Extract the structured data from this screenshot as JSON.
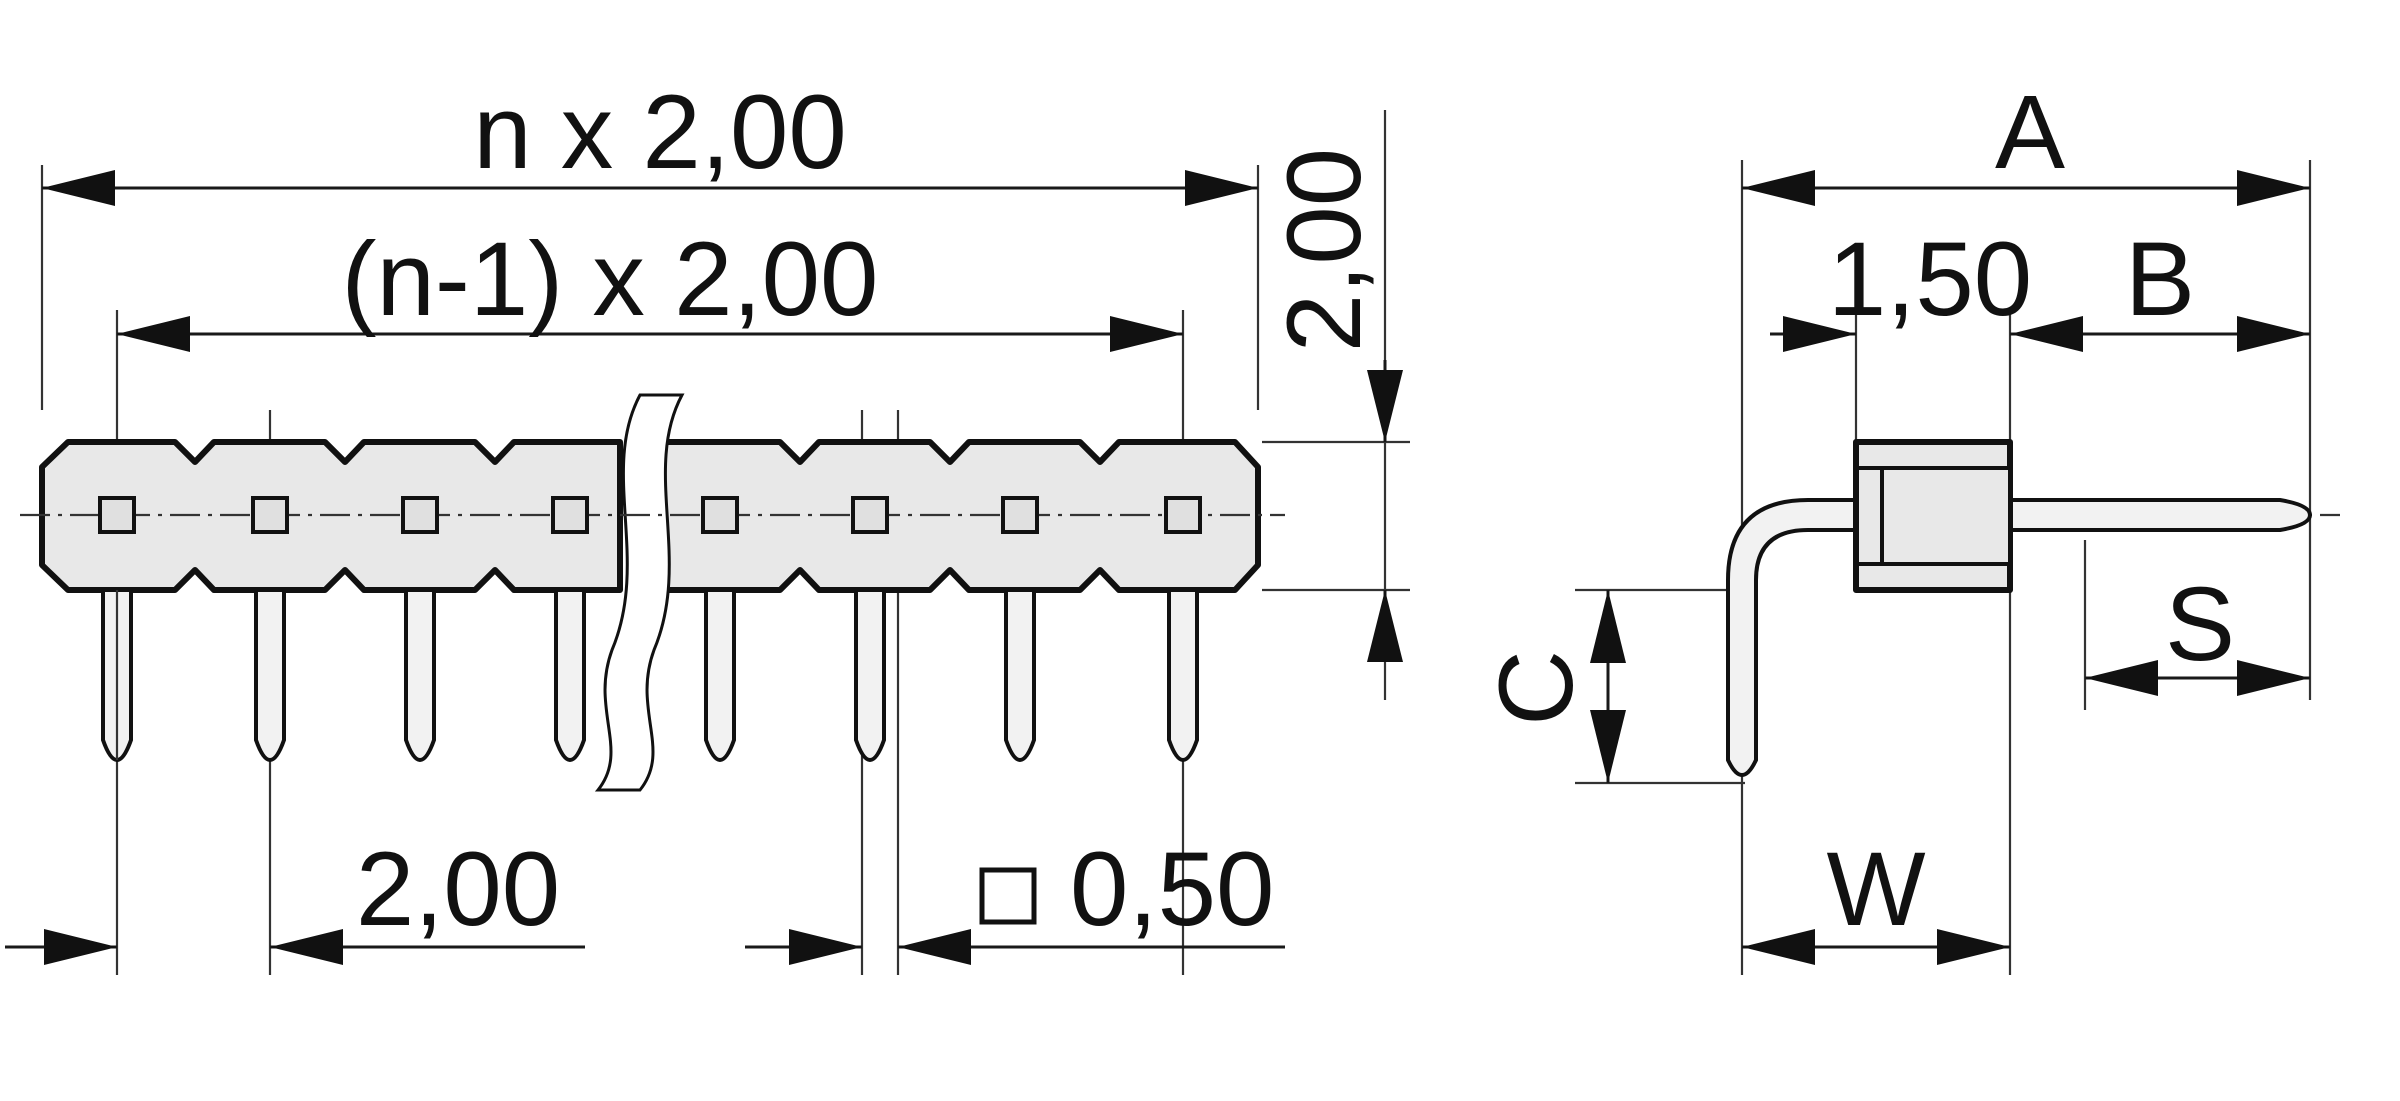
{
  "labels": {
    "pitch_total": "n x 2,00",
    "pitch_minus_one": "(n-1) x 2,00",
    "height": "2,00",
    "pitch": "2,00",
    "pin_square": "0,50",
    "dim_a": "A",
    "dim_offset": "1,50",
    "dim_b": "B",
    "dim_s": "S",
    "dim_c": "C",
    "dim_w": "W"
  },
  "colors": {
    "line": "#111111",
    "body_fill": "#e8e8e8",
    "background": "#ffffff"
  }
}
